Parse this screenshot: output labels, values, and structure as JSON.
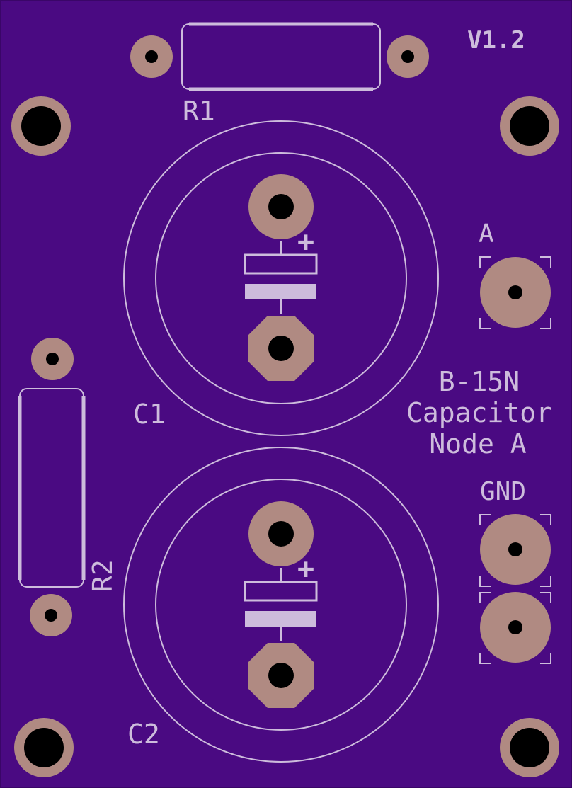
{
  "board": {
    "version": "V1.2",
    "title_lines": [
      "B-15N",
      "Capacitor",
      "Node A"
    ],
    "colors": {
      "board": "#4a0a82",
      "silkscreen": "#cdbcdc",
      "copper_pad": "#b08a82",
      "drill_hole": "#000000"
    }
  },
  "components": {
    "r1": "R1",
    "r2": "R2",
    "c1": "C1",
    "c2": "C2",
    "c1_polarity": "+",
    "c2_polarity": "+"
  },
  "connectors": {
    "a": "A",
    "gnd": "GND"
  }
}
